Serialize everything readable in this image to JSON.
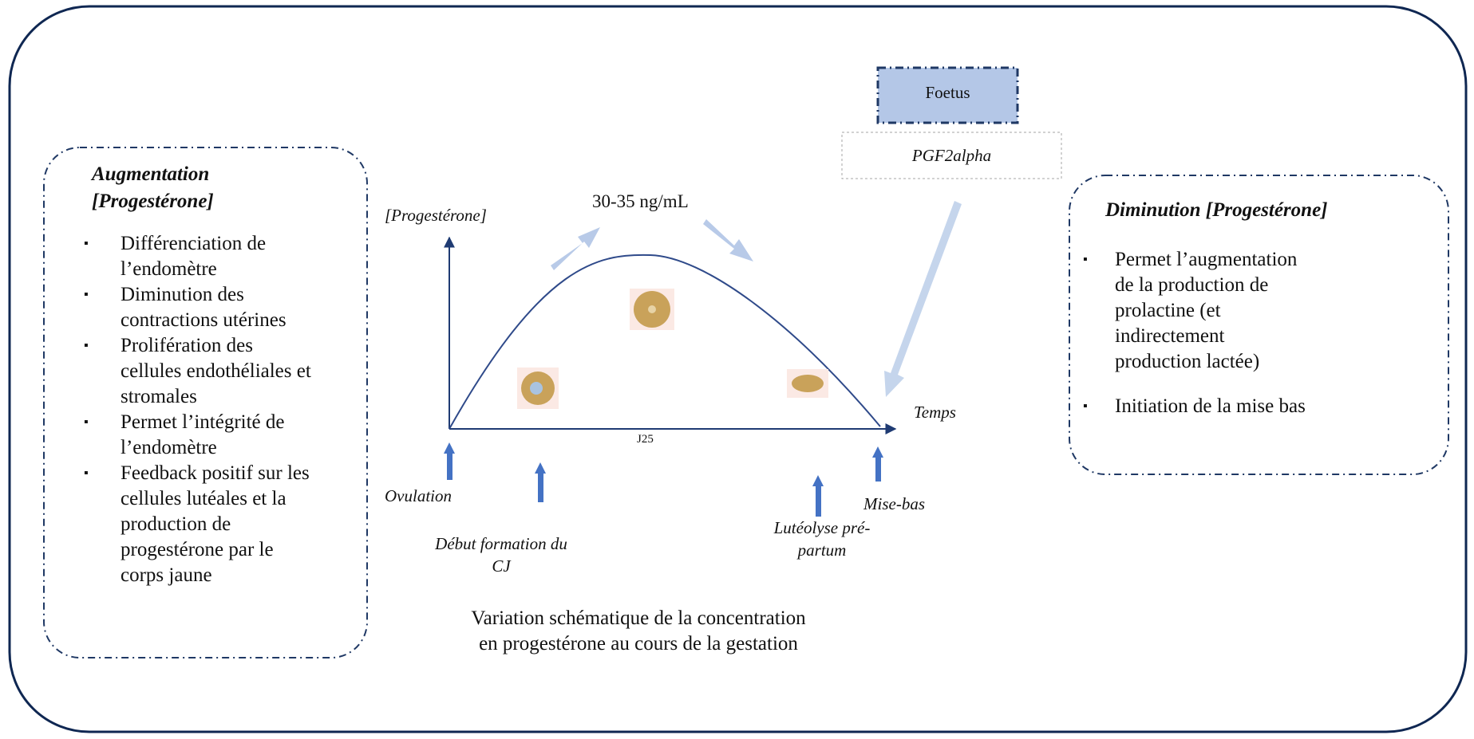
{
  "left_panel": {
    "title_line1": "Augmentation",
    "title_line2": "[Progestérone]",
    "items": [
      [
        "Différenciation de",
        "l’endomètre"
      ],
      [
        "Diminution des",
        "contractions utérines"
      ],
      [
        "Prolifération des",
        "cellules endothéliales et",
        "stromales"
      ],
      [
        "Permet l’intégrité de",
        "l’endomètre"
      ],
      [
        "Feedback positif sur les",
        "cellules lutéales et la",
        "production de",
        "progestérone par le",
        "corps jaune"
      ]
    ]
  },
  "right_panel": {
    "title": "Diminution [Progestérone]",
    "items": [
      [
        "Permet l’augmentation",
        "de la production de",
        "prolactine (et",
        "indirectement",
        "production lactée)"
      ],
      [
        "Initiation de la mise bas"
      ]
    ]
  },
  "bullet_glyph": "▪",
  "foetus_label": "Foetus",
  "pgf_label": "PGF2alpha",
  "peak_label": "30-35 ng/mL",
  "y_axis_label": "[Progestérone]",
  "x_axis_label": "Temps",
  "x_tick_label": "J25",
  "events": {
    "ovulation": "Ovulation",
    "cj_line1": "Début formation du",
    "cj_line2": "CJ",
    "luteolyse_line1": "Lutéolyse pré-",
    "luteolyse_line2": "partum",
    "mise_bas": "Mise-bas"
  },
  "caption_line1": "Variation schématique de la concentration",
  "caption_line2": "en progestérone au cours de la gestation",
  "icons": {
    "arrows": "block-up-arrow-icon",
    "corpus_luteum": "corpus-luteum-icon"
  },
  "colors": {
    "frame": "#0f2752",
    "axis": "#1f3b73",
    "curve": "#2f4a8a",
    "up_arrow": "#4472c4",
    "light_arrow": "#b4c7e7",
    "foetus_fill": "#b4c7e7",
    "dash_border": "#1f3864",
    "corpus_luteum": "#c9a25a"
  }
}
